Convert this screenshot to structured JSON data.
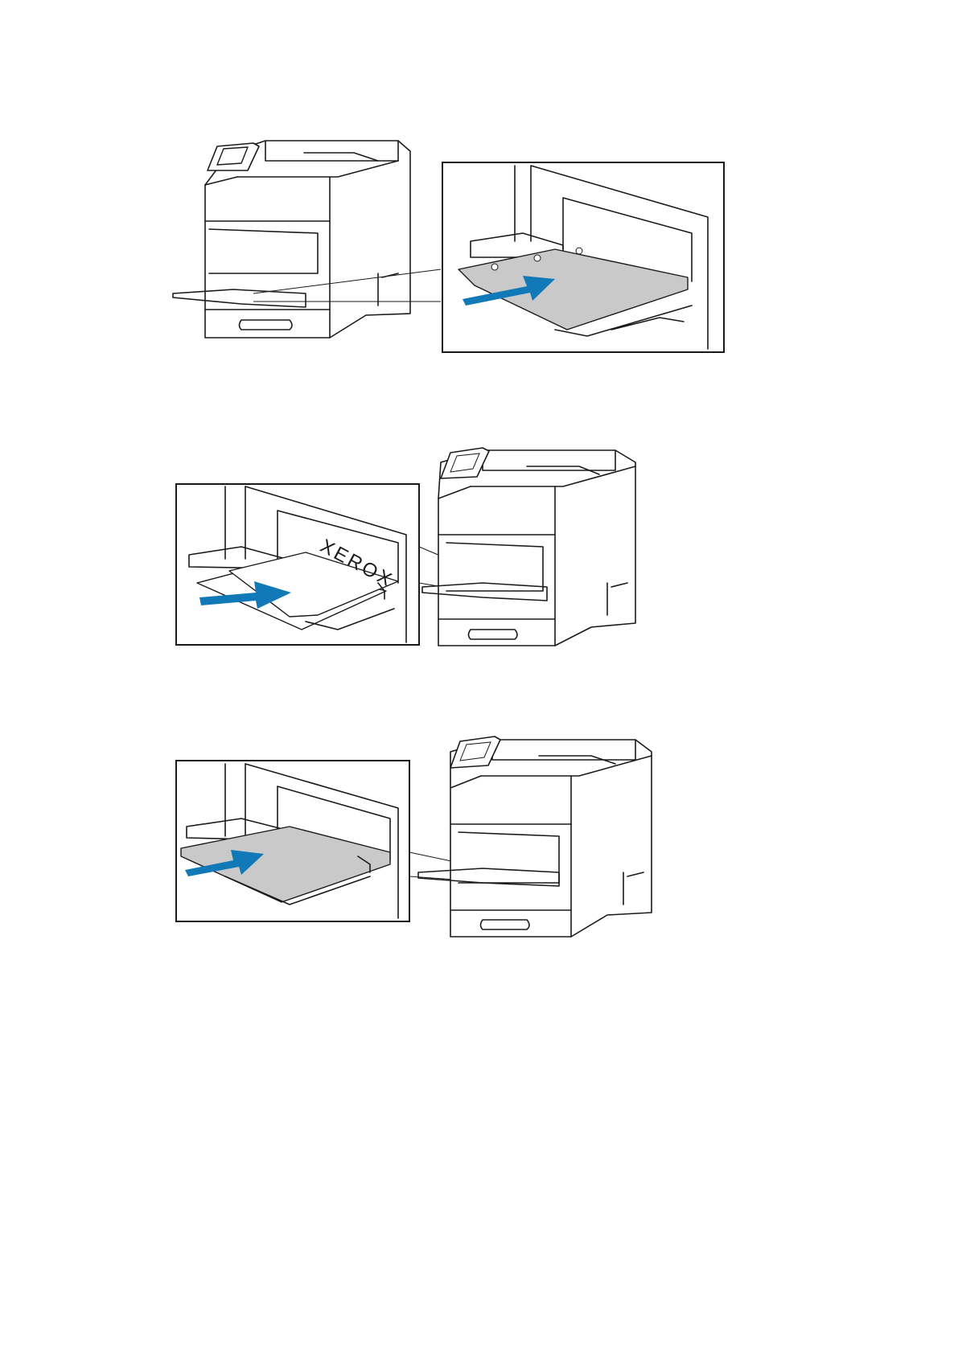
{
  "page": {
    "figures": [
      {
        "description_id": "step-1",
        "arrow_color": "#1279b8",
        "paper": "hole-punched"
      },
      {
        "description_id": "step-2",
        "arrow_color": "#1279b8",
        "paper": "letterhead"
      },
      {
        "description_id": "step-3",
        "arrow_color": "#1279b8",
        "paper": "plain"
      }
    ],
    "paper_brand_text": "XEROX",
    "colors": {
      "arrow": "#1279b8",
      "paper_gray": "#c9c9c9",
      "line": "#1a1a1a"
    }
  }
}
